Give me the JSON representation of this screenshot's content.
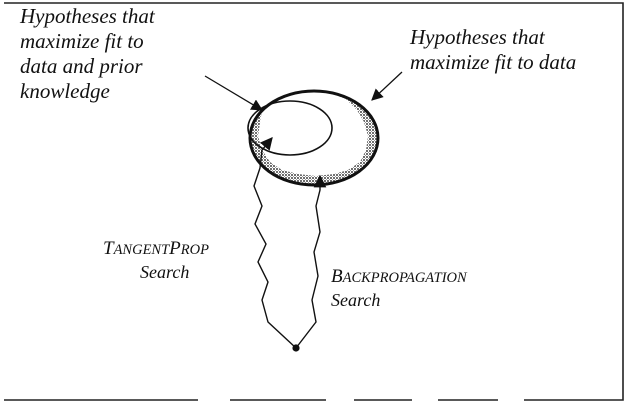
{
  "labels": {
    "fit_prior": [
      "Hypotheses that",
      "maximize fit to",
      "data and prior",
      "knowledge"
    ],
    "fit_data": [
      "Hypotheses that",
      "maximize fit to data"
    ],
    "tangentprop": {
      "cap1": "T",
      "rest1": "ANGENT",
      "cap2": "P",
      "rest2": "ROP",
      "line2": "Search"
    },
    "backprop": {
      "cap": "B",
      "rest": "ACKPROPAGATION",
      "line2": "Search"
    }
  },
  "colors": {
    "ink": "#111111",
    "ring_fill": "#8a8a8a",
    "background": "#ffffff"
  }
}
